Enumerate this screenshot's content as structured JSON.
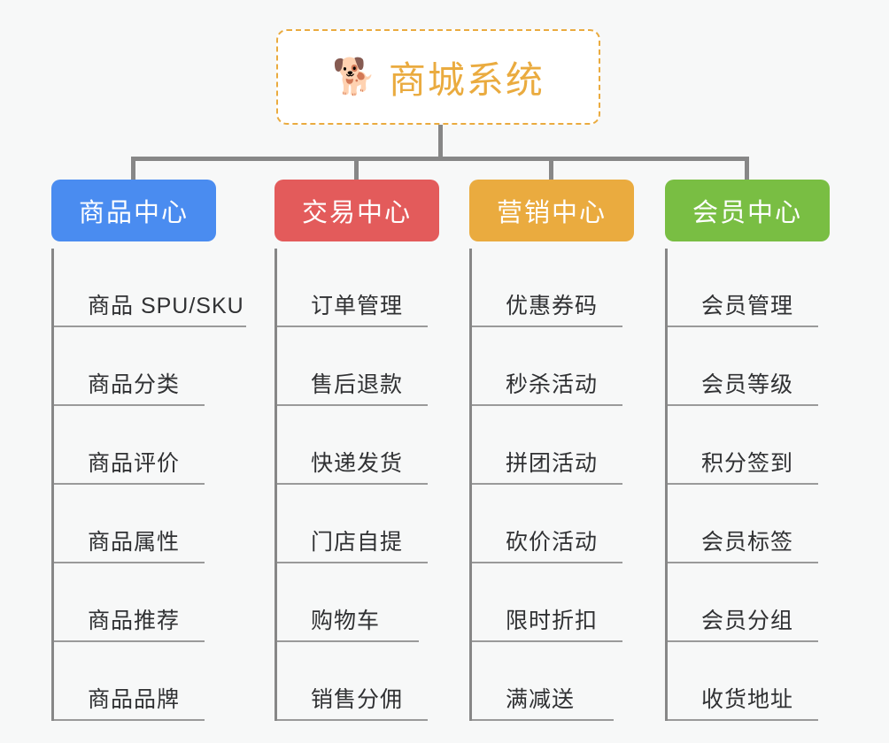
{
  "root": {
    "icon": "shiba-dog-face-emoji",
    "emoji": "🐕",
    "title": "商城系统",
    "border_color": "#eaab3f",
    "text_color": "#eaab3f"
  },
  "colors": {
    "page_background": "#f7f8f8",
    "connector": "#878787",
    "leaf_text": "#303133",
    "leaf_underline": "#9a9a9a"
  },
  "categories": [
    {
      "label": "商品中心",
      "color": "#4a8cf0",
      "items": [
        "商品 SPU/SKU",
        "商品分类",
        "商品评价",
        "商品属性",
        "商品推荐",
        "商品品牌"
      ]
    },
    {
      "label": "交易中心",
      "color": "#e35b5b",
      "items": [
        "订单管理",
        "售后退款",
        "快递发货",
        "门店自提",
        "购物车",
        "销售分佣"
      ]
    },
    {
      "label": "营销中心",
      "color": "#eaab3f",
      "items": [
        "优惠券码",
        "秒杀活动",
        "拼团活动",
        "砍价活动",
        "限时折扣",
        "满减送"
      ]
    },
    {
      "label": "会员中心",
      "color": "#79be43",
      "items": [
        "会员管理",
        "会员等级",
        "积分签到",
        "会员标签",
        "会员分组",
        "收货地址"
      ]
    }
  ]
}
